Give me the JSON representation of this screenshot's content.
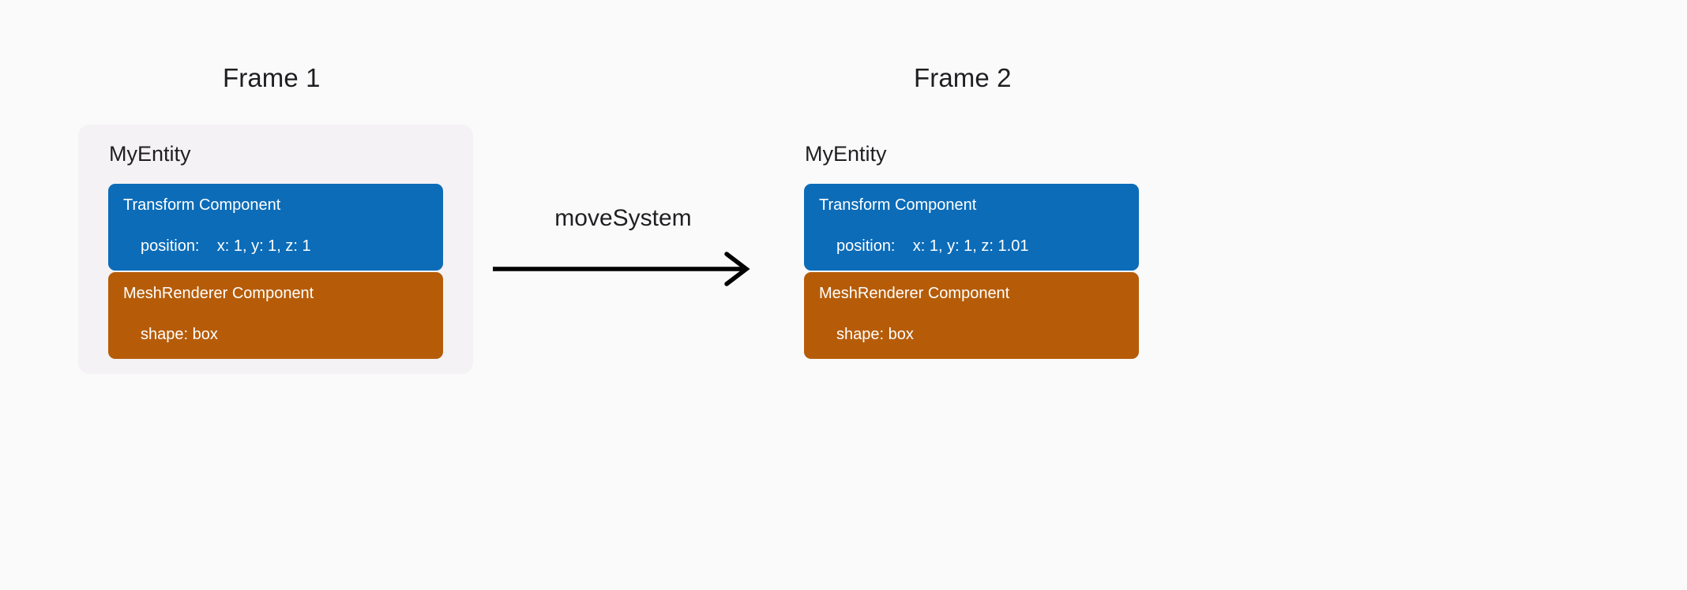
{
  "page": {
    "background_color": "#fbfafb",
    "title": "ECS frame transition diagram"
  },
  "frames": [
    {
      "id": "frame1",
      "title": "Frame 1",
      "has_card": true,
      "card_color": "#f4f2f4",
      "entity": {
        "name": "MyEntity",
        "components": [
          {
            "type": "transform",
            "title": "Transform Component",
            "property_label": "position:",
            "property_value": "x: 1, y: 1, z: 1",
            "color": "#0c6cb8"
          },
          {
            "type": "mesh",
            "title": "MeshRenderer Component",
            "property_label": "shape:",
            "property_value": "box",
            "color": "#b65c08"
          }
        ]
      }
    },
    {
      "id": "frame2",
      "title": "Frame 2",
      "has_card": false,
      "card_color": "#fbfafb",
      "entity": {
        "name": "MyEntity",
        "components": [
          {
            "type": "transform",
            "title": "Transform Component",
            "property_label": "position:",
            "property_value": "x: 1, y: 1, z: 1.01",
            "color": "#0c6cb8"
          },
          {
            "type": "mesh",
            "title": "MeshRenderer Component",
            "property_label": "shape:",
            "property_value": "box",
            "color": "#b65c08"
          }
        ]
      }
    }
  ],
  "transition": {
    "label": "moveSystem",
    "arrow_icon": "arrow-right-icon",
    "arrow_color": "#000000"
  },
  "text": {
    "frame1_prop_transform": "position:    x: 1, y: 1, z: 1",
    "frame1_prop_mesh": "shape: box",
    "frame2_prop_transform": "position:    x: 1, y: 1, z: 1.01",
    "frame2_prop_mesh": "shape: box"
  }
}
